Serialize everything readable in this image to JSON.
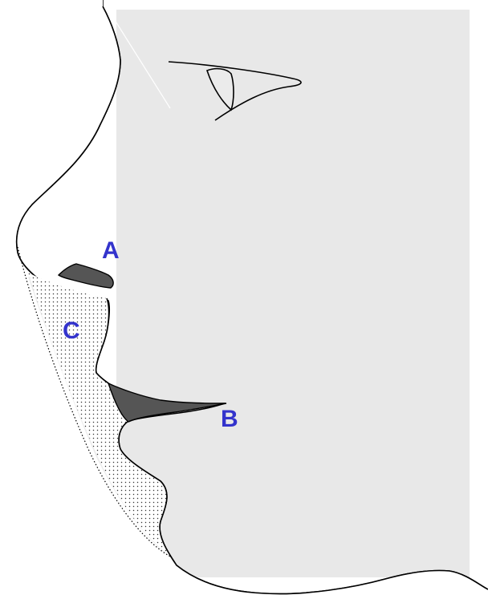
{
  "labels": {
    "a": "A",
    "b": "B",
    "c": "C"
  },
  "colors": {
    "background_panel": "#e8e8e8",
    "face": "#ebebeb",
    "outline": "#000000",
    "dark_region": "#555555",
    "dotted_region": "#ffffff",
    "stipple": "#333333",
    "label": "#3333cc"
  }
}
